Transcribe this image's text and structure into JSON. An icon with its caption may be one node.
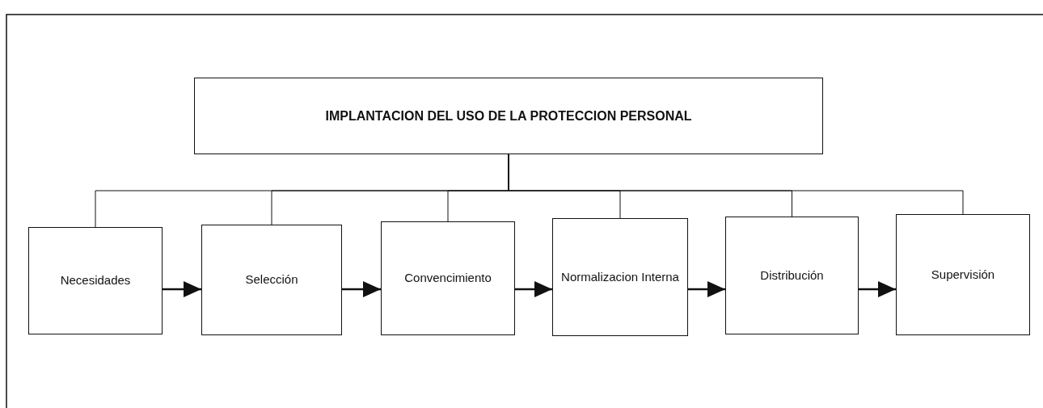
{
  "diagram": {
    "nodes": [
      {
        "text": [
          "IMPLANTACION DEL USO DE LA PROTECCION PERSONAL"
        ]
      },
      {
        "text": [
          "Necesidades"
        ]
      },
      {
        "text": [
          "Selección"
        ]
      },
      {
        "text": [
          "Convencimiento"
        ]
      },
      {
        "text": [
          "Normalizacion Interna"
        ]
      },
      {
        "text": [
          "Distribución"
        ]
      },
      {
        "text": [
          "Supervisión"
        ]
      }
    ],
    "edges": [
      {
        "from": 0,
        "to": 1,
        "arrow": "none"
      },
      {
        "from": 0,
        "to": 2,
        "arrow": "none"
      },
      {
        "from": 0,
        "to": 3,
        "arrow": "none"
      },
      {
        "from": 0,
        "to": 4,
        "arrow": "none"
      },
      {
        "from": 0,
        "to": 5,
        "arrow": "none"
      },
      {
        "from": 0,
        "to": 6,
        "arrow": "none"
      },
      {
        "from": 1,
        "to": 2,
        "arrow": "to"
      },
      {
        "from": 2,
        "to": 3,
        "arrow": "to"
      },
      {
        "from": 3,
        "to": 4,
        "arrow": "to"
      },
      {
        "from": 4,
        "to": 5,
        "arrow": "to"
      },
      {
        "from": 5,
        "to": 6,
        "arrow": "to"
      }
    ]
  }
}
